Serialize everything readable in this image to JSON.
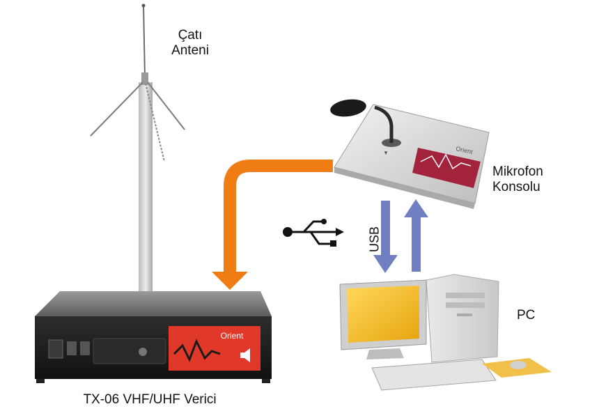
{
  "labels": {
    "antenna_line1": "Çatı",
    "antenna_line2": "Anteni",
    "mic_line1": "Mikrofon",
    "mic_line2": "Konsolu",
    "usb": "USB",
    "pc": "PC",
    "transmitter": "TX-06 VHF/UHF Verici",
    "brand_transmitter": "Orient",
    "brand_mic": "Orient"
  },
  "colors": {
    "orange_arrow": "#ef7d14",
    "blue_arrow": "#6f7fc1",
    "transmitter_panel": "#e0392a",
    "monitor_screen": "#f2b21b"
  },
  "icons": {
    "usb": "usb-symbol-icon"
  }
}
